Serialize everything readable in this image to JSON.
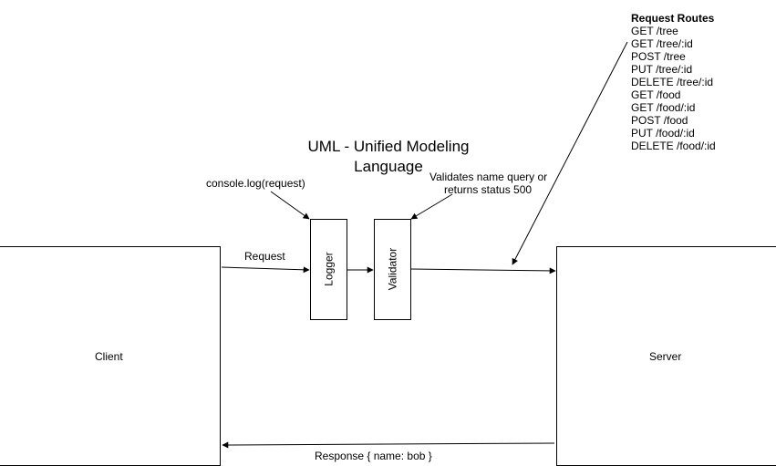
{
  "title": {
    "line1": "UML - Unified Modeling",
    "line2": "Language"
  },
  "nodes": {
    "client": "Client",
    "server": "Server",
    "logger": "Logger",
    "validator": "Validator"
  },
  "labels": {
    "request": "Request",
    "response": "Response { name: bob }",
    "logger_note": "console.log(request)",
    "validator_note_line1": "Validates name query or",
    "validator_note_line2": "returns status 500"
  },
  "routes": {
    "heading": "Request Routes",
    "items": [
      "GET /tree",
      "GET /tree/:id",
      "POST /tree",
      "PUT /tree/:id",
      "DELETE /tree/:id",
      "GET /food",
      "GET /food/:id",
      "POST /food",
      "PUT /food/:id",
      "DELETE /food/:id"
    ]
  }
}
